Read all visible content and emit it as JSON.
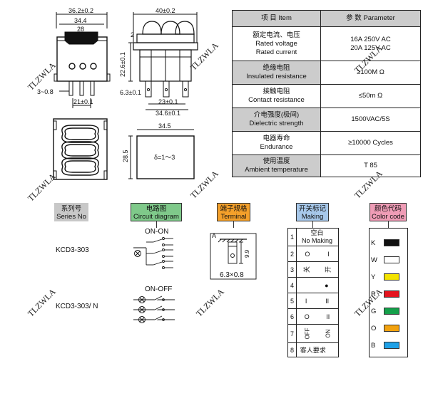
{
  "dimensions": {
    "top_width": "36.2±0.2",
    "top_inner": "34.4",
    "top_small": "28",
    "pin_thick": "3~0.8",
    "pin_span": "21±0.1",
    "side_width": "40±0.2",
    "side_top": "2",
    "side_height": "22.6±0.1",
    "side_pin": "6.3±0.1",
    "side_span1": "23±0.1",
    "side_span2": "34.6±0.1",
    "panel_width": "34.5",
    "panel_height": "28.5",
    "panel_thickness": "δ=1～3"
  },
  "watermark": "TLZWLA",
  "parameters": {
    "header": {
      "item": "项  目  Item",
      "param": "参  数  Parameter"
    },
    "rows": [
      {
        "zh": "额定电流、电压",
        "en": "Rated voltage",
        "en2": "Rated current",
        "value": "16A  250V AC",
        "value2": "20A  125V AC"
      },
      {
        "zh": "绝缘电阻",
        "en": "Insulated resistance",
        "value": "≥100M Ω"
      },
      {
        "zh": "接触电阻",
        "en": "Contact resistance",
        "value": "≤50m Ω"
      },
      {
        "zh": "介电强度(极间)",
        "en": "Dielectric strength",
        "value": "1500VAC/5S"
      },
      {
        "zh": "电器寿命",
        "en": "Endurance",
        "value": "≥10000 Cycles"
      },
      {
        "zh": "使用温度",
        "en": "Ambient temperature",
        "value": "T 85"
      }
    ]
  },
  "headers": {
    "series": {
      "zh": "系列号",
      "en": "Series No"
    },
    "circuit": {
      "zh": "电路图",
      "en": "Circuit diagram"
    },
    "terminal": {
      "zh": "端子规格",
      "en": "Terminal"
    },
    "making": {
      "zh": "开关标记",
      "en": "Making"
    },
    "color": {
      "zh": "颜色代码",
      "en": "Color code"
    }
  },
  "series": [
    {
      "model": "KCD3-303",
      "circuit": "ON-ON"
    },
    {
      "model": "KCD3-303/ N",
      "circuit": "ON-OFF"
    }
  ],
  "terminal": {
    "label": "A",
    "dim_h": "9.9",
    "size": "6.3×0.8"
  },
  "making": [
    {
      "num": "1",
      "a": "空白",
      "b": "No Making"
    },
    {
      "num": "2",
      "a": "O",
      "b": "I"
    },
    {
      "num": "3",
      "a": "关",
      "b": "开"
    },
    {
      "num": "4",
      "a": "",
      "b": "●"
    },
    {
      "num": "5",
      "a": "I",
      "b": "II"
    },
    {
      "num": "6",
      "a": "O",
      "b": "II"
    },
    {
      "num": "7",
      "a": "OFF",
      "b": "ON"
    },
    {
      "num": "8",
      "a": "客人要求",
      "b": ""
    }
  ],
  "colors": [
    {
      "code": "K",
      "hex": "#111111"
    },
    {
      "code": "W",
      "hex": "#ffffff"
    },
    {
      "code": "Y",
      "hex": "#f3e300"
    },
    {
      "code": "R",
      "hex": "#e5141e"
    },
    {
      "code": "G",
      "hex": "#14a04a"
    },
    {
      "code": "O",
      "hex": "#f2a20e"
    },
    {
      "code": "B",
      "hex": "#1ea0e6"
    }
  ]
}
